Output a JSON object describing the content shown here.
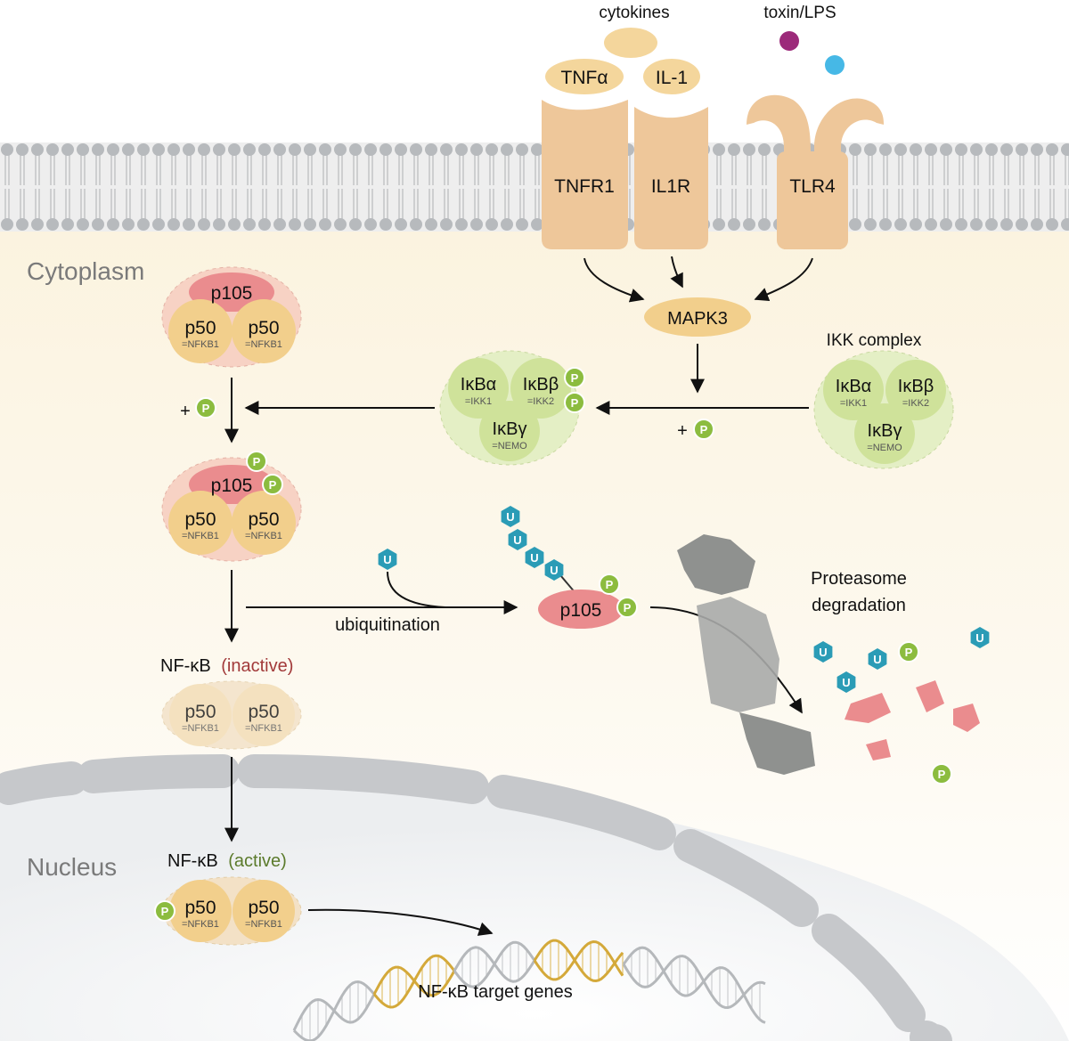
{
  "labels": {
    "cytokines": "cytokines",
    "toxin_lps": "toxin/LPS",
    "tnfa": "TNFα",
    "il1": "IL-1",
    "tnfr1": "TNFR1",
    "il1r": "IL1R",
    "tlr4": "TLR4",
    "cytoplasm": "Cytoplasm",
    "nucleus": "Nucleus",
    "mapk3": "MAPK3",
    "ikk_complex": "IKK complex",
    "ikba": "IκBα",
    "ikbb": "IκBβ",
    "ikbg": "IκBγ",
    "ikk1": "=IKK1",
    "ikk2": "=IKK2",
    "nemo": "=NEMO",
    "p105": "p105",
    "p50": "p50",
    "nfkb1": "=NFKB1",
    "plus": "+",
    "p_badge": "P",
    "u_badge": "U",
    "ubiquitination": "ubiquitination",
    "proteasome_line1": "Proteasome",
    "proteasome_line2": "degradation",
    "nfkb": "NF-κB",
    "inactive": "(inactive)",
    "active": "(active)",
    "target_genes": "NF-κB target genes"
  },
  "colors": {
    "membrane_lipid_head": "#b7babd",
    "receptor": "#eec79a",
    "ligand": "#f4d69c",
    "p105": "#ea8c8e",
    "p50": "#f2cf8c",
    "ikk": "#cfe29a",
    "phosphate": "#8cbc3f",
    "ubiquitin": "#2b9cb6",
    "proteasome": "#a9aaa8",
    "nucleus_envelope": "#c7c9cb",
    "inactive_label": "#a23a3a",
    "active_label": "#5b7a2b",
    "toxin_magenta": "#9c2a7a",
    "toxin_blue": "#46b8e6",
    "dna_gold": "#d4a93a",
    "dna_grey": "#b5b8bb"
  }
}
